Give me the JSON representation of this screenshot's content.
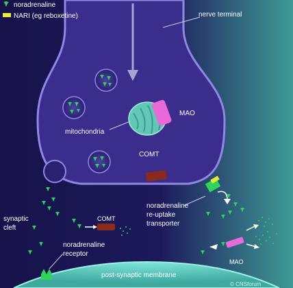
{
  "legend": {
    "items": [
      {
        "label": "noradrenaline",
        "color": "#2fd45a"
      },
      {
        "label": "NARI (eg reboxetine)",
        "color": "#e6ee3a"
      }
    ]
  },
  "labels": {
    "nerve_terminal": "nerve terminal",
    "mao_top": "MAO",
    "mitochondria": "mitochondria",
    "comt_top": "COMT",
    "transporter_line1": "noradrenaline",
    "transporter_line2": "re-uptake",
    "transporter_line3": "transporter",
    "comt_cleft": "COMT",
    "synaptic_line1": "synaptic",
    "synaptic_line2": "cleft",
    "receptor_line1": "noradrenaline",
    "receptor_line2": "receptor",
    "mao_bottom": "MAO",
    "post_synaptic": "post-synaptic membrane",
    "watermark": "© CNSforum"
  },
  "colors": {
    "background": "#1a1450",
    "terminal": "#3a2d8c",
    "terminal_border": "#8f88e6",
    "noradrenaline": "#2fd45a",
    "nari": "#e6ee3a",
    "mao": "#e86ad8",
    "comt": "#8a2a1c",
    "mitochondria": "#62c7b6",
    "membrane": "#5fd0c3"
  }
}
